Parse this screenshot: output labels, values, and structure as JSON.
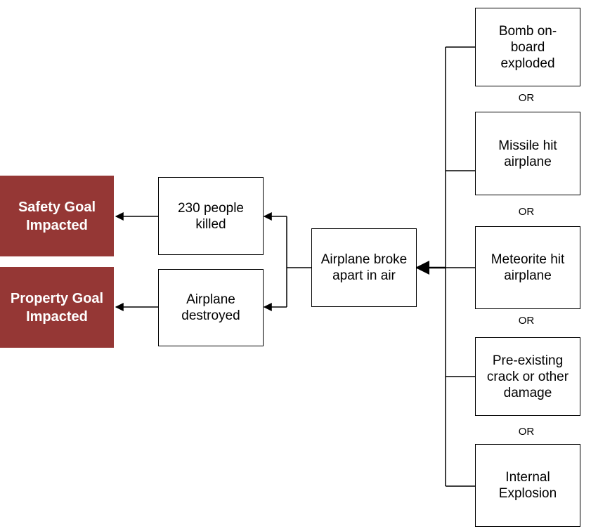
{
  "colors": {
    "goal_fill": "#953735",
    "line": "#000000"
  },
  "goals": {
    "safety": "Safety Goal\nImpacted",
    "property": "Property Goal\nImpacted"
  },
  "consequences": {
    "killed": "230 people\nkilled",
    "destroyed": "Airplane\ndestroyed"
  },
  "event": "Airplane broke\napart in air",
  "causes": [
    "Bomb on-\nboard\nexploded",
    "Missile hit\nairplane",
    "Meteorite  hit\nairplane",
    "Pre-existing\ncrack or other\ndamage",
    "Internal\nExplosion"
  ],
  "connector": "OR"
}
